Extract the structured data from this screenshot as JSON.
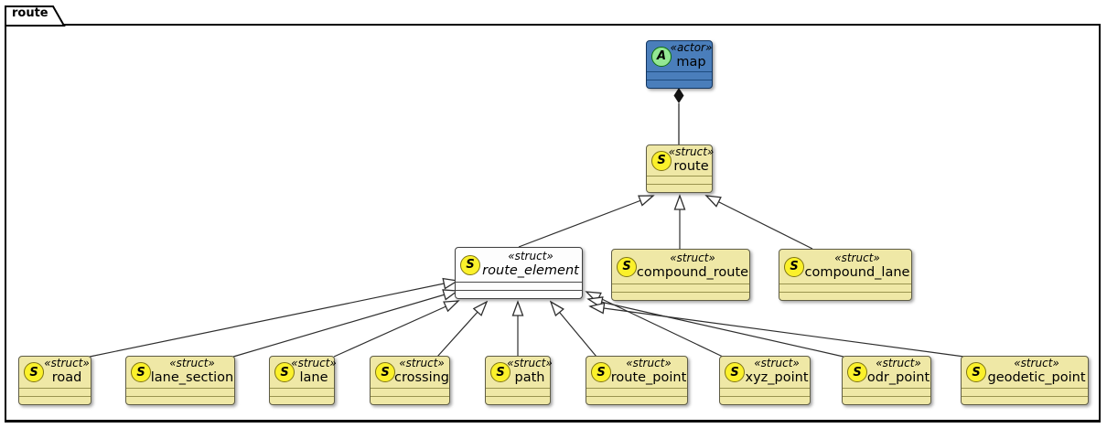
{
  "frame": {
    "label": "route"
  },
  "diagram": {
    "nodes": [
      {
        "id": "map",
        "badge": "A",
        "stereotype": "«actor»",
        "name": "map",
        "kind": "actor"
      },
      {
        "id": "route",
        "badge": "S",
        "stereotype": "«struct»",
        "name": "route",
        "kind": "struct"
      },
      {
        "id": "route_element",
        "badge": "S",
        "stereotype": "«struct»",
        "name": "route_element",
        "kind": "struct",
        "abstract": true
      },
      {
        "id": "compound_route",
        "badge": "S",
        "stereotype": "«struct»",
        "name": "compound_route",
        "kind": "struct"
      },
      {
        "id": "compound_lane",
        "badge": "S",
        "stereotype": "«struct»",
        "name": "compound_lane",
        "kind": "struct"
      },
      {
        "id": "road",
        "badge": "S",
        "stereotype": "«struct»",
        "name": "road",
        "kind": "struct"
      },
      {
        "id": "lane_section",
        "badge": "S",
        "stereotype": "«struct»",
        "name": "lane_section",
        "kind": "struct"
      },
      {
        "id": "lane",
        "badge": "S",
        "stereotype": "«struct»",
        "name": "lane",
        "kind": "struct"
      },
      {
        "id": "crossing",
        "badge": "S",
        "stereotype": "«struct»",
        "name": "crossing",
        "kind": "struct"
      },
      {
        "id": "path",
        "badge": "S",
        "stereotype": "«struct»",
        "name": "path",
        "kind": "struct"
      },
      {
        "id": "route_point",
        "badge": "S",
        "stereotype": "«struct»",
        "name": "route_point",
        "kind": "struct"
      },
      {
        "id": "xyz_point",
        "badge": "S",
        "stereotype": "«struct»",
        "name": "xyz_point",
        "kind": "struct"
      },
      {
        "id": "odr_point",
        "badge": "S",
        "stereotype": "«struct»",
        "name": "odr_point",
        "kind": "struct"
      },
      {
        "id": "geodetic_point",
        "badge": "S",
        "stereotype": "«struct»",
        "name": "geodetic_point",
        "kind": "struct"
      }
    ],
    "edges": [
      {
        "from": "route",
        "to": "map",
        "type": "composition"
      },
      {
        "from": "route_element",
        "to": "route",
        "type": "generalization"
      },
      {
        "from": "compound_route",
        "to": "route",
        "type": "generalization"
      },
      {
        "from": "compound_lane",
        "to": "route",
        "type": "generalization"
      },
      {
        "from": "road",
        "to": "route_element",
        "type": "generalization"
      },
      {
        "from": "lane_section",
        "to": "route_element",
        "type": "generalization"
      },
      {
        "from": "lane",
        "to": "route_element",
        "type": "generalization"
      },
      {
        "from": "crossing",
        "to": "route_element",
        "type": "generalization"
      },
      {
        "from": "path",
        "to": "route_element",
        "type": "generalization"
      },
      {
        "from": "route_point",
        "to": "route_element",
        "type": "generalization"
      },
      {
        "from": "xyz_point",
        "to": "route_element",
        "type": "generalization"
      },
      {
        "from": "odr_point",
        "to": "route_element",
        "type": "generalization"
      },
      {
        "from": "geodetic_point",
        "to": "route_element",
        "type": "generalization"
      }
    ],
    "colors": {
      "struct_fill": "#EFE8A6",
      "struct_border": "#5F5D46",
      "actor_fill": "#4A7EBB",
      "actor_border": "#12355F",
      "abstract_fill": "#FDFDFD",
      "badge_struct_fill": "#FBF12B",
      "badge_actor_fill": "#93E793",
      "line_color": "#2E2E2E"
    }
  }
}
